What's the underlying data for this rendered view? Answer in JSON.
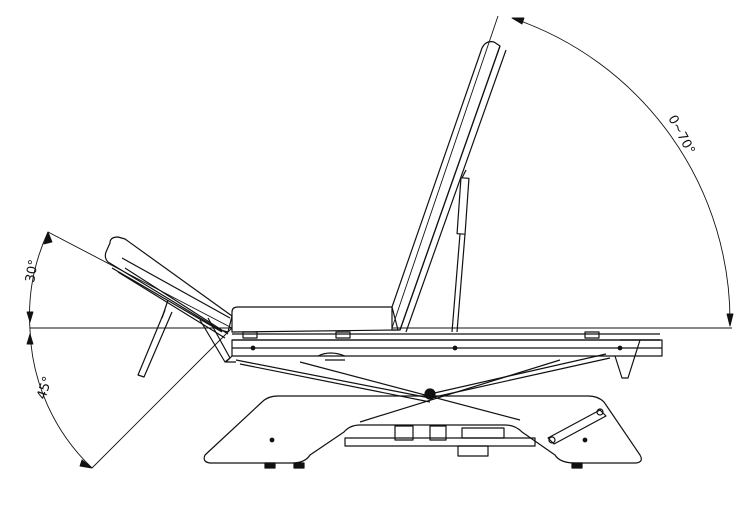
{
  "diagram": {
    "angle_labels": {
      "backrest_range": "0~70°",
      "head_up": "30°",
      "head_down": "45°"
    },
    "colors": {
      "line": "#111111",
      "background": "#ffffff"
    }
  }
}
